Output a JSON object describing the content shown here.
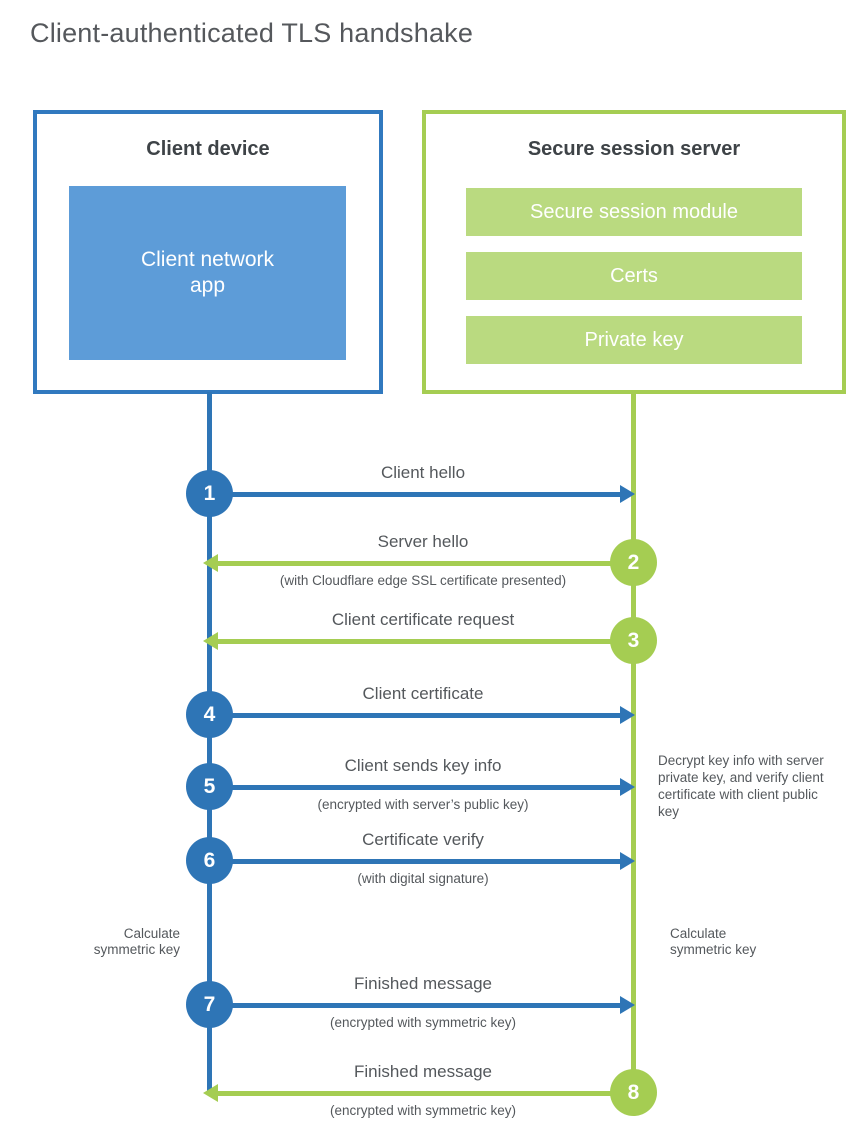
{
  "title": "Client-authenticated TLS handshake",
  "colors": {
    "blue_accent": "#2e75b6",
    "blue_fill": "#5d9cd8",
    "green_accent": "#a5cd52",
    "green_fill": "#bada80",
    "label_text": "#54585c"
  },
  "client_box": {
    "title": "Client device",
    "inner_label": "Client network app"
  },
  "server_box": {
    "title": "Secure session server",
    "modules": [
      "Secure session module",
      "Certs",
      "Private key"
    ]
  },
  "steps": [
    {
      "number": "1",
      "label": "Client hello",
      "sublabel": "",
      "direction": "right",
      "color": "blue"
    },
    {
      "number": "2",
      "label": "Server hello",
      "sublabel": "(with Cloudflare edge SSL certificate presented)",
      "direction": "left",
      "color": "green"
    },
    {
      "number": "3",
      "label": "Client certificate request",
      "sublabel": "",
      "direction": "left",
      "color": "green"
    },
    {
      "number": "4",
      "label": "Client certificate",
      "sublabel": "",
      "direction": "right",
      "color": "blue"
    },
    {
      "number": "5",
      "label": "Client sends key info",
      "sublabel": "(encrypted with server’s public key)",
      "direction": "right",
      "color": "blue"
    },
    {
      "number": "6",
      "label": "Certificate verify",
      "sublabel": "(with digital signature)",
      "direction": "right",
      "color": "blue"
    },
    {
      "number": "7",
      "label": "Finished message",
      "sublabel": "(encrypted with symmetric key)",
      "direction": "right",
      "color": "blue"
    },
    {
      "number": "8",
      "label": "Finished message",
      "sublabel": "(encrypted with symmetric key)",
      "direction": "left",
      "color": "green"
    }
  ],
  "annotations": {
    "server_note": "Decrypt key info with server private key, and verify client certificate with client public key",
    "client_calc": "Calculate symmetric key",
    "server_calc": "Calculate symmetric key"
  }
}
